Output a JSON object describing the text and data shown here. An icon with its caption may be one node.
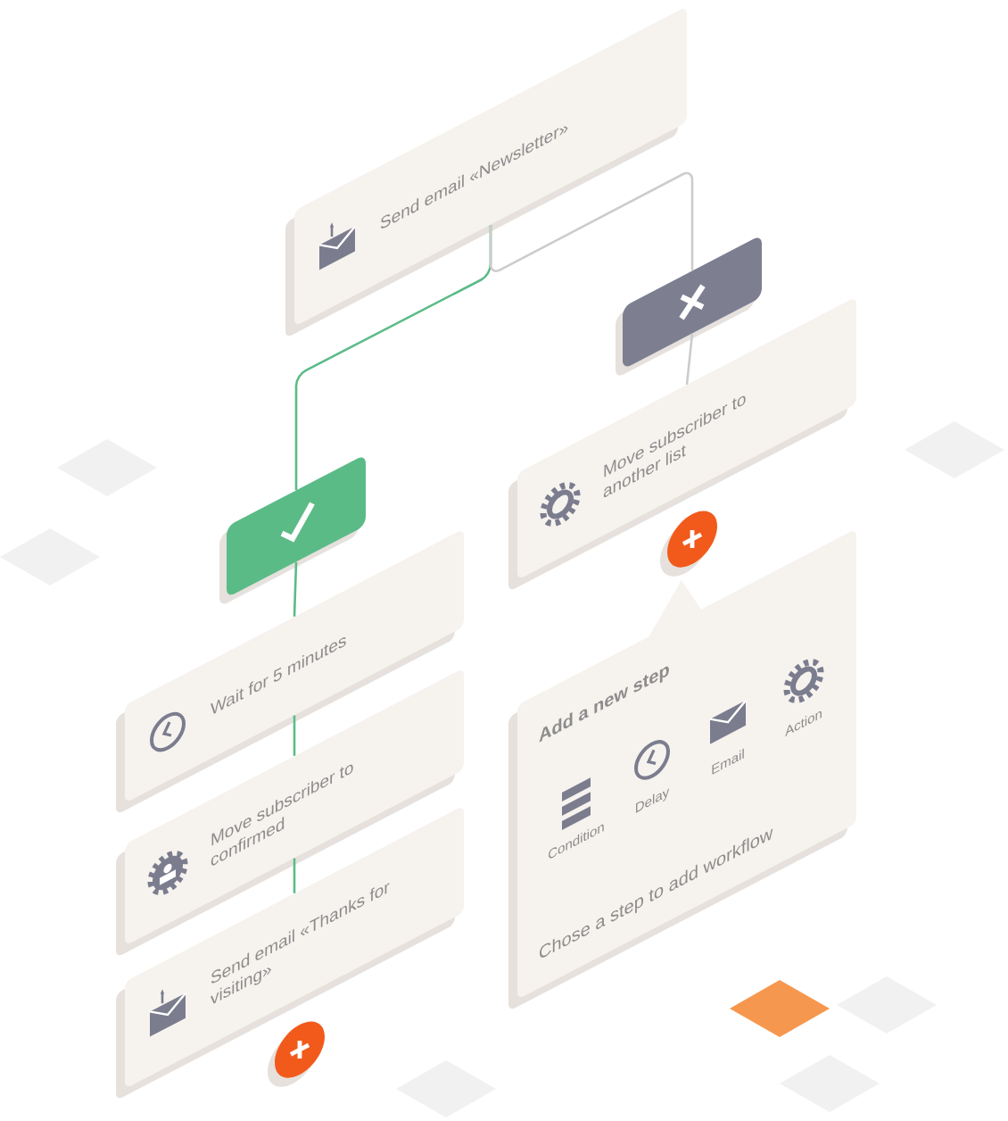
{
  "diagram": {
    "nodes": [
      {
        "text": [
          "Send email «Newsletter»"
        ]
      },
      {
        "text": [],
        "shape": "box"
      },
      {
        "text": [],
        "shape": "box"
      },
      {
        "text": [
          "Move subscriber to another list"
        ]
      },
      {
        "text": [],
        "shape": "circle"
      },
      {
        "text": [
          "Add a new step",
          "Chose a step to add workflow"
        ]
      },
      {
        "text": [
          "Wait for 5 minutes"
        ]
      },
      {
        "text": [
          "Move subscriber to confirmed"
        ]
      },
      {
        "text": [
          "Send email «Thanks for visiting»"
        ]
      },
      {
        "text": [],
        "shape": "circle"
      }
    ],
    "edges": [
      {
        "from": 0,
        "to": 1,
        "arrow": "none"
      },
      {
        "from": 0,
        "to": 2,
        "arrow": "none",
        "color": "#cccccc"
      },
      {
        "from": 2,
        "to": 3,
        "arrow": "none",
        "color": "#cccccc"
      },
      {
        "from": 1,
        "to": 6,
        "arrow": "none"
      },
      {
        "from": 6,
        "to": 7,
        "arrow": "none"
      },
      {
        "from": 7,
        "to": 8,
        "arrow": "none"
      }
    ],
    "labels": [
      "Condition",
      "Delay",
      "Email",
      "Action"
    ]
  }
}
